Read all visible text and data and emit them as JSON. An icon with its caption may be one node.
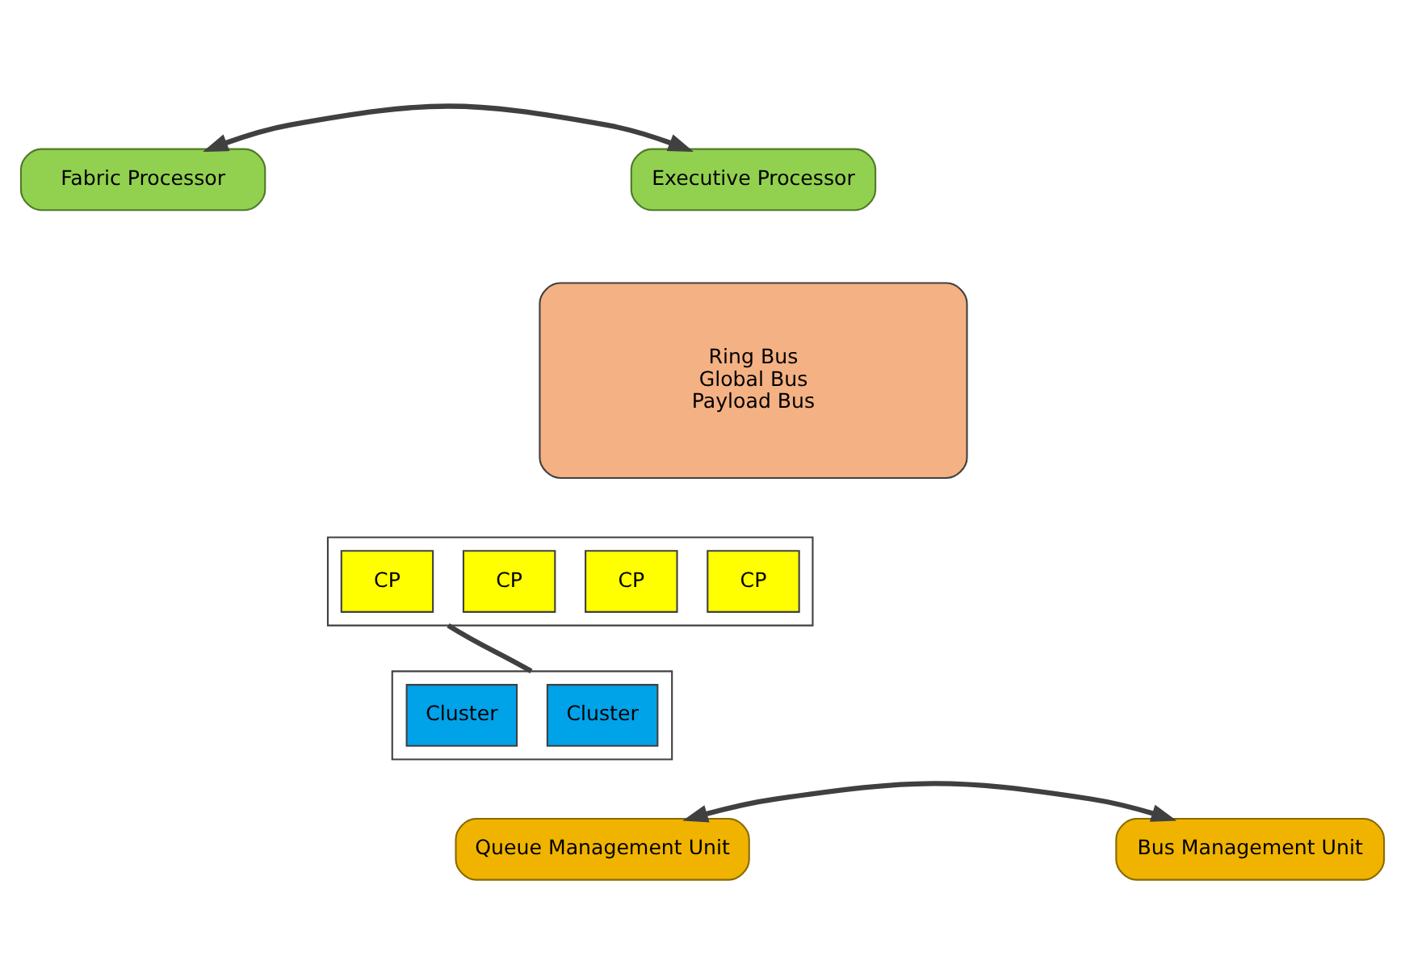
{
  "diagram": {
    "nodes": [
      {
        "text": [
          "Fabric Processor"
        ]
      },
      {
        "text": [
          "Executive Processor"
        ]
      },
      {
        "text": [
          "Ring Bus",
          "Global Bus",
          "Payload Bus"
        ]
      },
      {
        "text": [],
        "shape": "box"
      },
      {
        "text": [
          "CP"
        ],
        "in": 3
      },
      {
        "text": [
          "CP"
        ],
        "in": 3
      },
      {
        "text": [
          "CP"
        ],
        "in": 3
      },
      {
        "text": [
          "CP"
        ],
        "in": 3
      },
      {
        "text": [],
        "shape": "box"
      },
      {
        "text": [
          "Cluster"
        ],
        "in": 8
      },
      {
        "text": [
          "Cluster"
        ],
        "in": 8
      },
      {
        "text": [
          "Queue Management Unit"
        ]
      },
      {
        "text": [
          "Bus Management Unit"
        ]
      }
    ],
    "edges": [
      {
        "from": 0,
        "to": 1,
        "arrow": "both"
      },
      {
        "from": 11,
        "to": 12,
        "arrow": "both"
      },
      {
        "from": 3,
        "to": 8,
        "arrow": "none"
      }
    ]
  }
}
